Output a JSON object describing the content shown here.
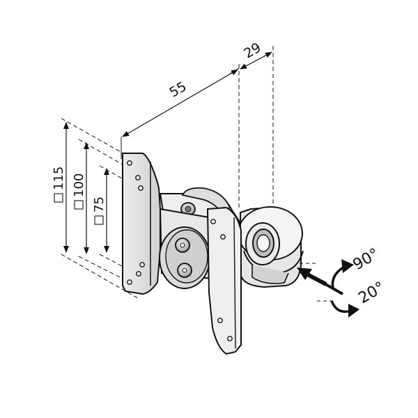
{
  "dimensions": {
    "depth_front": "55",
    "depth_rear": "29"
  },
  "vesa_patterns": [
    {
      "label": "115"
    },
    {
      "label": "100"
    },
    {
      "label": "75"
    }
  ],
  "rotation": {
    "upper_label": "90°",
    "lower_label": "20°"
  },
  "colors": {
    "line": "#111111",
    "fill_light": "#f2f2f2",
    "fill_mid": "#d9d9d9",
    "fill_dark": "#9a9a9a"
  }
}
